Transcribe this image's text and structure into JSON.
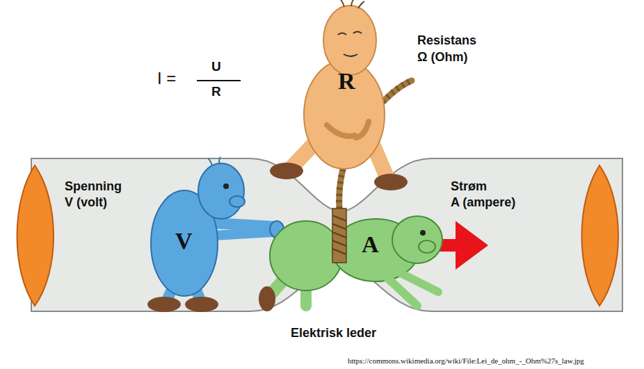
{
  "diagram": {
    "nodes": [
      {
        "text": [
          "R"
        ]
      },
      {
        "text": [
          "V"
        ]
      },
      {
        "text": [
          "A"
        ]
      }
    ],
    "labels": [
      "I =",
      "U",
      "R",
      "Resistans",
      "Ω (Ohm)",
      "Spenning",
      "V (volt)",
      "Strøm",
      "A (ampere)",
      "Elektrisk leder",
      "https://commons.wikimedia.org/wiki/File:Lei_de_ohm_-_Ohm%27s_law.jpg"
    ]
  }
}
